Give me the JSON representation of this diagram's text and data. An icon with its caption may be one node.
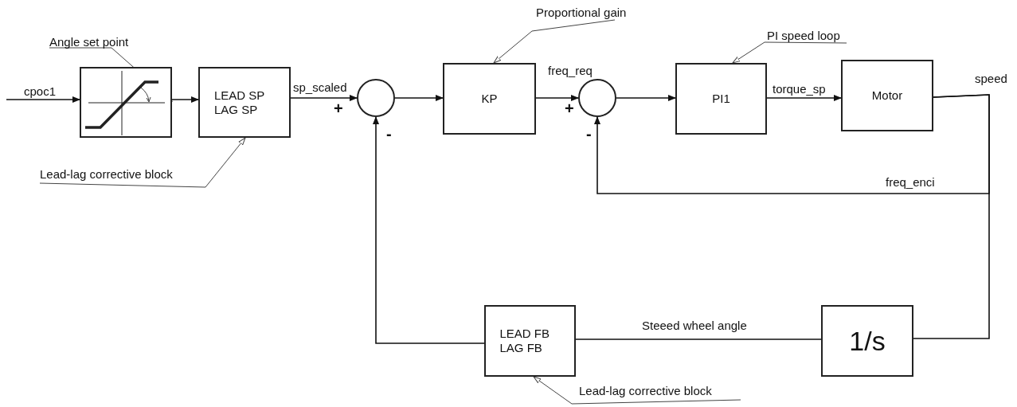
{
  "diagram": {
    "nodes": [
      {
        "text": [
          "Angle set point"
        ]
      },
      {
        "text": [],
        "shape": "box"
      },
      {
        "text": [
          "LEAD SP LAG SP"
        ]
      },
      {
        "text": [],
        "shape": "circle"
      },
      {
        "text": [
          "KP"
        ]
      },
      {
        "text": [],
        "shape": "circle"
      },
      {
        "text": [
          "PI1"
        ]
      },
      {
        "text": [
          "Motor"
        ]
      },
      {
        "text": [
          "1/s"
        ]
      },
      {
        "text": [
          "LEAD FB LAG FB"
        ]
      },
      {
        "text": [
          "Proportional gain"
        ]
      },
      {
        "text": [
          "PI speed loop"
        ]
      },
      {
        "text": [
          "Lead-lag corrective block"
        ]
      },
      {
        "text": [
          "Lead-lag corrective block"
        ]
      }
    ],
    "edges": [
      {
        "from": null,
        "to": 1,
        "arrow": "to",
        "label": "cpoc1"
      },
      {
        "from": 1,
        "to": 2,
        "arrow": "to"
      },
      {
        "from": 2,
        "to": 3,
        "arrow": "to",
        "label": "sp_scaled"
      },
      {
        "from": 3,
        "to": 4,
        "arrow": "to"
      },
      {
        "from": 4,
        "to": 5,
        "arrow": "to",
        "label": "freq_req"
      },
      {
        "from": 5,
        "to": 6,
        "arrow": "to"
      },
      {
        "from": 6,
        "to": 7,
        "arrow": "to",
        "label": "torque_sp"
      },
      {
        "from": 7,
        "to": 8,
        "arrow": "none",
        "label": "speed"
      },
      {
        "from": 7,
        "to": 5,
        "arrow": "to",
        "label": "freq_enci"
      },
      {
        "from": 8,
        "to": 9,
        "arrow": "none",
        "label": "Steeed wheel angle"
      },
      {
        "from": 9,
        "to": 3,
        "arrow": "to"
      },
      {
        "from": 0,
        "to": 1,
        "arrow": "to",
        "color": "#444444"
      },
      {
        "from": 10,
        "to": 4,
        "arrow": "to",
        "color": "#444444"
      },
      {
        "from": 11,
        "to": 6,
        "arrow": "to",
        "color": "#444444"
      },
      {
        "from": 12,
        "to": 2,
        "arrow": "to",
        "color": "#444444"
      },
      {
        "from": 13,
        "to": 9,
        "arrow": "to",
        "color": "#444444"
      }
    ],
    "labels": [
      "+",
      "-",
      "+",
      "-"
    ]
  }
}
